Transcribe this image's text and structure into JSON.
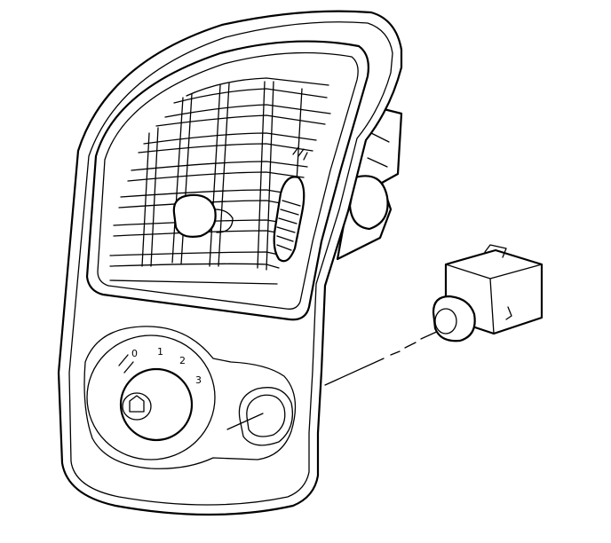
{
  "dial": {
    "positions": [
      "0",
      "1",
      "2",
      "3"
    ]
  }
}
